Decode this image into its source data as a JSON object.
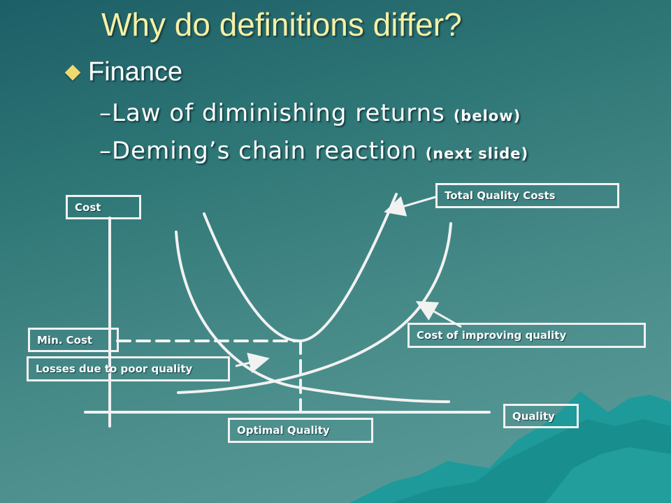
{
  "slide": {
    "title": "Why do definitions differ?",
    "bullet": "Finance",
    "sub_items": [
      {
        "text": "Law of diminishing returns ",
        "note": "(below)"
      },
      {
        "text": "Deming’s chain reaction ",
        "note": "(next slide)"
      }
    ]
  },
  "diagram": {
    "labels": {
      "cost": "Cost",
      "total_quality_costs": "Total Quality Costs",
      "min_cost": "Min. Cost",
      "cost_of_improving_quality": "Cost of improving quality",
      "losses_poor_quality": "Losses due to poor quality",
      "quality": "Quality",
      "optimal_quality": "Optimal Quality"
    }
  },
  "colors": {
    "background_top": "#1d5f67",
    "background_bottom": "#5d9d9b",
    "title": "#f6f0a6",
    "bullet_diamond": "#f0d870",
    "lines": "#f2f2f2",
    "mountains": "#1e9a9a"
  }
}
